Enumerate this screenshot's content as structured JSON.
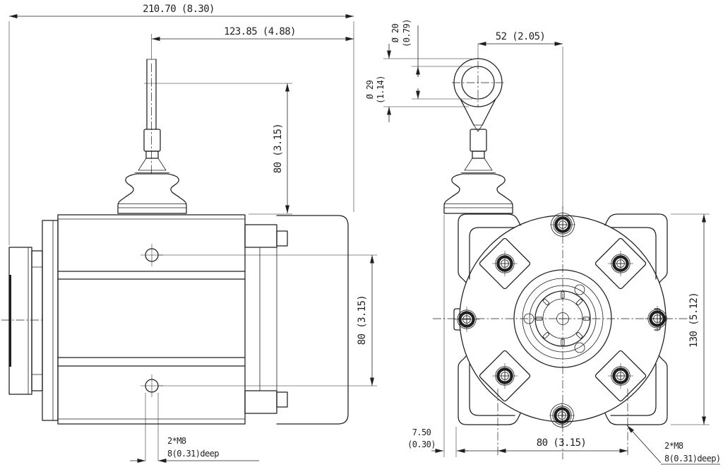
{
  "drawing": {
    "type": "technical-drawing",
    "subject": "draw-wire sensor, side and front orthographic views",
    "colors": {
      "line": "#1f1f1f",
      "background": "#ffffff"
    },
    "left_view": {
      "dims": {
        "overall_width": "210.70 (8.30)",
        "wire_to_rear": "123.85 (4.88)",
        "wire_height": "80 (3.15)",
        "hole_spacing": "80 (3.15)",
        "thread_note": [
          "2*M8",
          "8(0.31)deep"
        ]
      }
    },
    "right_view": {
      "dims": {
        "wire_offset": "52 (2.05)",
        "ring_inner_dia": [
          "Ø 20",
          "(0.79)"
        ],
        "ring_outer_dia": [
          "Ø 29",
          "(1.14)"
        ],
        "body_height": "130 (5.12)",
        "bottom_hole_spacing": "80 (3.15)",
        "grommet_offset": [
          "7.50",
          "(0.30)"
        ],
        "thread_note": [
          "2*M8",
          "8(0.31)deep)"
        ]
      }
    }
  }
}
